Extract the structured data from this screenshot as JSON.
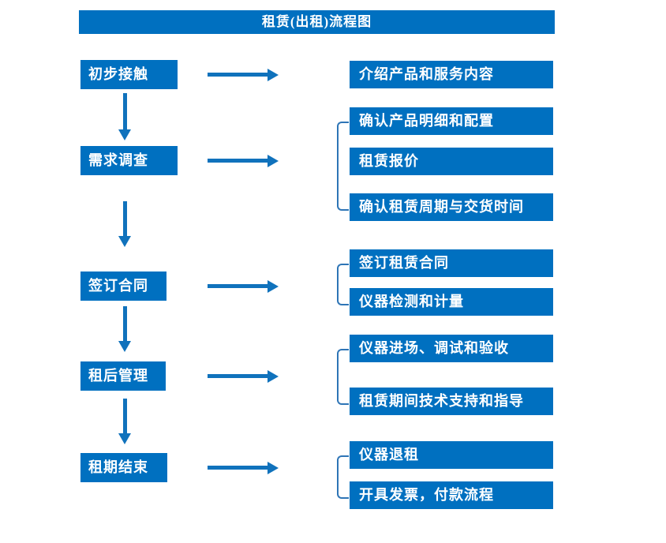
{
  "title": "租赁(出租)流程图",
  "colors": {
    "box_fill": "#0070C0",
    "arrow": "#1072BC",
    "bracket": "#2E75B6",
    "box_text": "#FFFFFF",
    "background": "#FFFFFF"
  },
  "steps": [
    {
      "label": "初步接触",
      "details": [
        "介绍产品和服务内容"
      ]
    },
    {
      "label": "需求调查",
      "details": [
        "确认产品明细和配置",
        "租赁报价",
        "确认租赁周期与交货时间"
      ]
    },
    {
      "label": "签订合同",
      "details": [
        "签订租赁合同",
        "仪器检测和计量"
      ]
    },
    {
      "label": "租后管理",
      "details": [
        "仪器进场、调试和验收",
        "租赁期间技术支持和指导"
      ]
    },
    {
      "label": "租期结束",
      "details": [
        "仪器退租",
        "开具发票，付款流程"
      ]
    }
  ]
}
